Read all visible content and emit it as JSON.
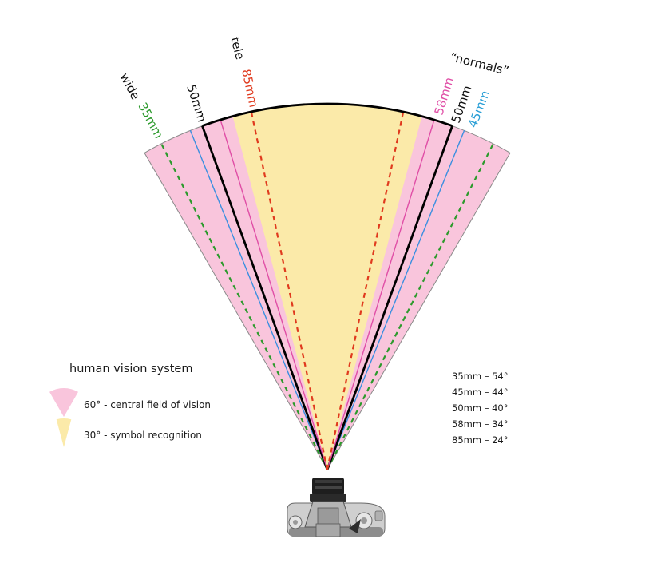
{
  "diagram": {
    "labels": {
      "wide": "wide",
      "wide_35": "35mm",
      "wide_50": "50mm",
      "tele": "tele",
      "tele_85": "85mm",
      "normals": "“normals”",
      "normals_58": "58mm",
      "normals_50": "50mm",
      "normals_45": "45mm"
    },
    "legend": {
      "title": "human vision system",
      "items": [
        {
          "text": "60° - central field of vision",
          "color": "#f9c5dc",
          "angle": 60
        },
        {
          "text": "30° - symbol recognition",
          "color": "#fbeaa9",
          "angle": 30
        }
      ]
    },
    "fov_list": [
      "35mm – 54°",
      "45mm – 44°",
      "50mm – 40°",
      "58mm – 34°",
      "85mm – 24°"
    ],
    "colors": {
      "central_field": "#f9c5dc",
      "symbol_recognition": "#fbeaa9",
      "line_35mm": "#2c9a2c",
      "line_45mm": "#3a8fe0",
      "line_50mm": "#000000",
      "line_58mm": "#e04ea6",
      "line_85mm": "#e03a1e",
      "fan_outline": "#8a8a8a",
      "label_black": "#111111",
      "camera_body": "#c9c9c9"
    },
    "lenses": [
      {
        "name": "35mm",
        "angle": 54,
        "style": "dashed",
        "color_key": "line_35mm"
      },
      {
        "name": "45mm",
        "angle": 44,
        "style": "solid",
        "color_key": "line_45mm"
      },
      {
        "name": "50mm",
        "angle": 40,
        "style": "solid-bold",
        "color_key": "line_50mm"
      },
      {
        "name": "58mm",
        "angle": 34,
        "style": "solid",
        "color_key": "line_58mm"
      },
      {
        "name": "85mm",
        "angle": 24,
        "style": "dashed",
        "color_key": "line_85mm"
      }
    ]
  }
}
